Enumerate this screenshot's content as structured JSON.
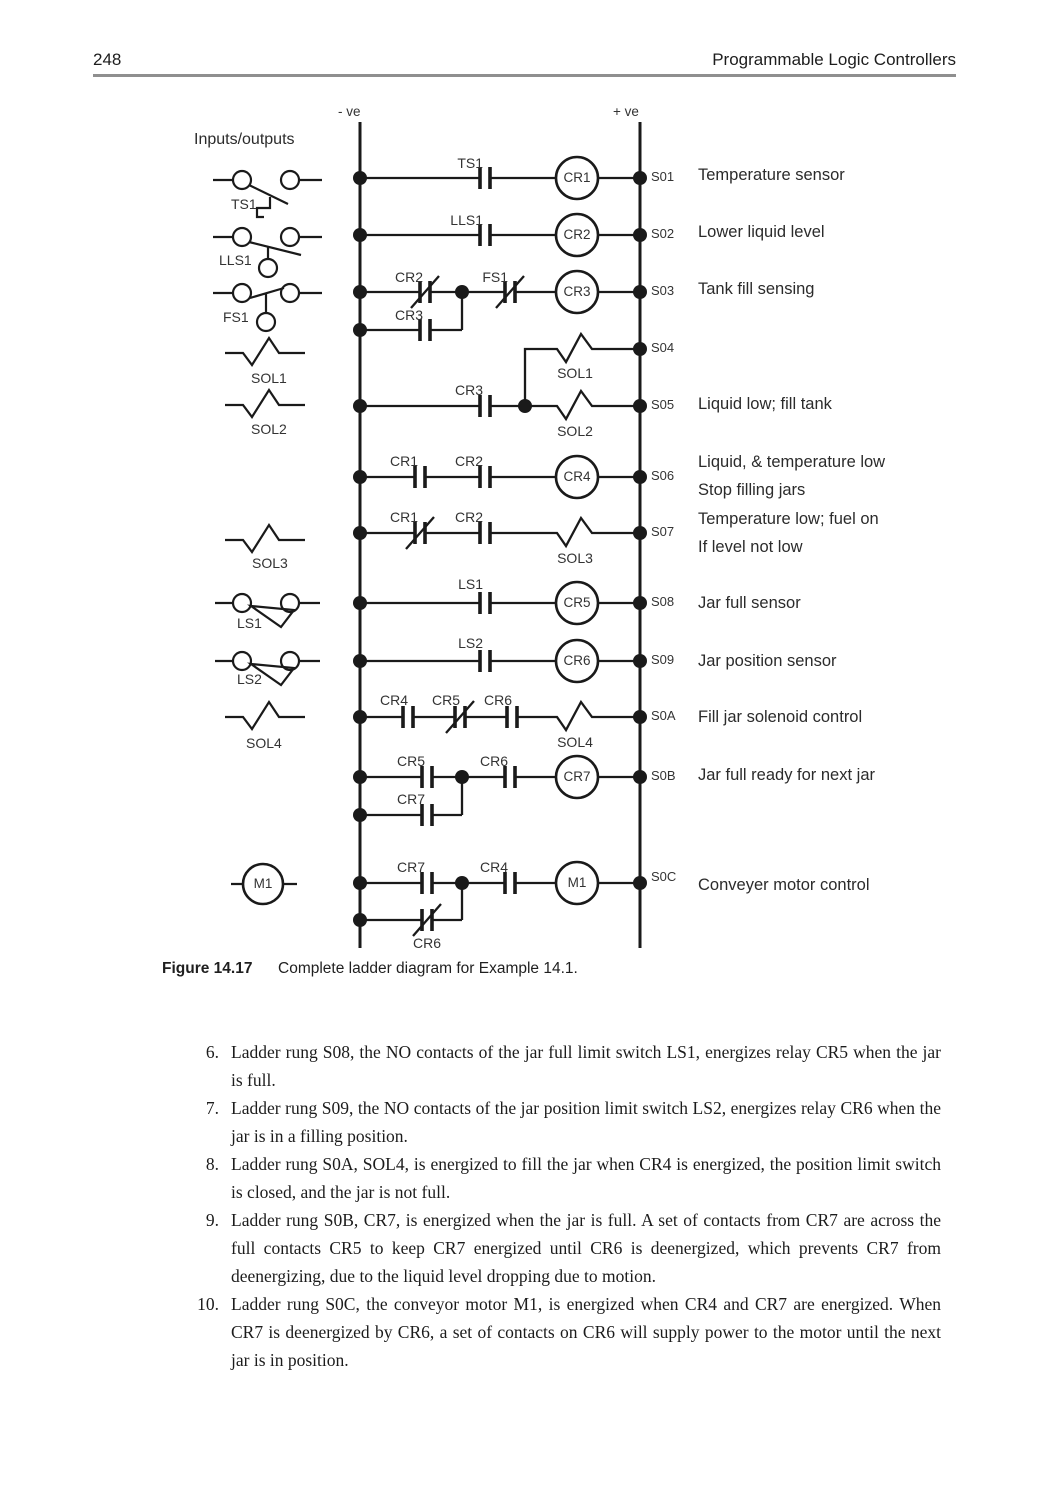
{
  "page": {
    "number": "248",
    "header_title": "Programmable Logic Controllers"
  },
  "diagram": {
    "io_heading": "Inputs/outputs",
    "neg_rail": "- ve",
    "pos_rail": "+ ve",
    "inputs": [
      "TS1",
      "LLS1",
      "FS1",
      "SOL1",
      "SOL2",
      "SOL3",
      "LS1",
      "LS2",
      "SOL4",
      "M1"
    ],
    "rungs": [
      {
        "id": "S01",
        "desc": "Temperature sensor",
        "c1": "TS1",
        "coil": "CR1"
      },
      {
        "id": "S02",
        "desc": "Lower liquid level",
        "c1": "LLS1",
        "coil": "CR2"
      },
      {
        "id": "S03",
        "desc": "Tank fill sensing",
        "c1": "CR2",
        "c2": "FS1",
        "coil": "CR3",
        "branch": "CR3"
      },
      {
        "id": "S04",
        "out": "SOL1"
      },
      {
        "id": "S05",
        "desc": "Liquid low; fill tank",
        "c1": "CR3",
        "out": "SOL2"
      },
      {
        "id": "S06",
        "desc": "Liquid, & temperature low",
        "desc2": "Stop filling jars",
        "c1": "CR1",
        "c2": "CR2",
        "coil": "CR4"
      },
      {
        "id": "S07",
        "desc": "Temperature low; fuel on",
        "desc2": "If level not low",
        "c1": "CR1",
        "c2": "CR2",
        "out": "SOL3"
      },
      {
        "id": "S08",
        "desc": "Jar full sensor",
        "c1": "LS1",
        "coil": "CR5"
      },
      {
        "id": "S09",
        "desc": "Jar position sensor",
        "c1": "LS2",
        "coil": "CR6"
      },
      {
        "id": "S0A",
        "desc": "Fill jar solenoid control",
        "c1": "CR4",
        "c2": "CR5",
        "c3": "CR6",
        "out": "SOL4"
      },
      {
        "id": "S0B",
        "desc": "Jar full ready for next jar",
        "c1": "CR5",
        "c2": "CR6",
        "coil": "CR7",
        "branch": "CR7"
      },
      {
        "id": "S0C",
        "desc": "Conveyer motor control",
        "c1": "CR7",
        "c2": "CR4",
        "coil": "M1",
        "branch": "CR6"
      }
    ]
  },
  "caption": {
    "label": "Figure 14.17",
    "text": "Complete ladder diagram for Example 14.1."
  },
  "list": {
    "items": [
      {
        "number": "6.",
        "text": "Ladder rung S08, the NO contacts of the jar full limit switch LS1, energizes relay CR5 when the jar is full."
      },
      {
        "number": "7.",
        "text": "Ladder rung S09, the NO contacts of the jar position limit switch LS2, energizes relay CR6 when the jar is in a filling position."
      },
      {
        "number": "8.",
        "text": "Ladder rung S0A, SOL4, is energized to fill the jar when CR4 is energized, the position limit switch is closed, and the jar is not full."
      },
      {
        "number": "9.",
        "text": "Ladder rung S0B, CR7, is energized when the jar is full. A set of contacts from CR7 are across the full contacts CR5 to keep CR7 energized until CR6 is deenergized, which prevents CR7 from deenergizing, due to the liquid level dropping due to motion."
      },
      {
        "number": "10.",
        "text": "Ladder rung S0C, the conveyor motor M1, is energized when CR4 and CR7 are energized. When CR7 is deenergized by CR6, a set of contacts on CR6 will supply power to the motor until the next jar is in position."
      }
    ]
  }
}
